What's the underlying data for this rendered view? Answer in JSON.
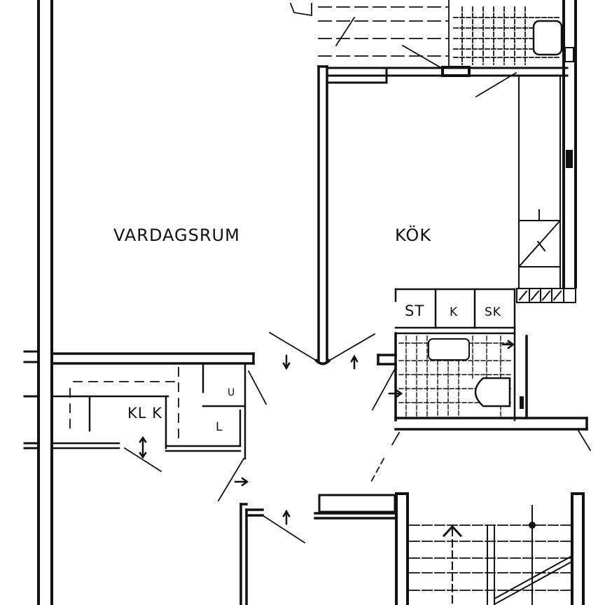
{
  "plan": {
    "type": "architectural floor plan",
    "ink_color": "#111111",
    "paper_color": "#ffffff",
    "rooms": [
      {
        "id": "vardagsrum",
        "label": "VARDAGSRUM",
        "meaning": "living room"
      },
      {
        "id": "kok",
        "label": "KÖK",
        "meaning": "kitchen"
      },
      {
        "id": "kl-k",
        "label": "KL K",
        "meaning": "closet"
      }
    ],
    "fixtures": [
      {
        "id": "st",
        "label": "ST"
      },
      {
        "id": "k",
        "label": "K"
      },
      {
        "id": "sk",
        "label": "SK"
      },
      {
        "id": "l",
        "label": "L"
      },
      {
        "id": "u",
        "label": "U"
      }
    ],
    "elements": [
      "bathroom-tiles",
      "toilet",
      "bathtub",
      "stairwell",
      "doors",
      "radiators",
      "ventilation-grille"
    ]
  }
}
